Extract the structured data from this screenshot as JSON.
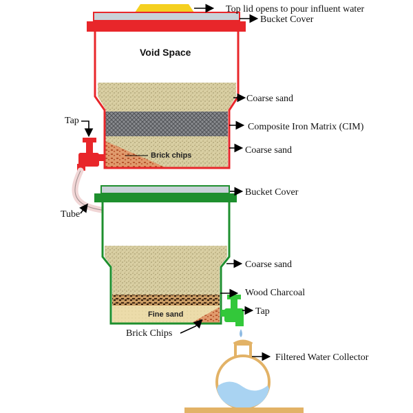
{
  "labels": {
    "top_lid": "Top lid opens to pour influent water",
    "bucket_cover_top": "Bucket Cover",
    "void_space": "Void Space",
    "coarse_sand_1": "Coarse sand",
    "cim": "Composite Iron Matrix (CIM)",
    "coarse_sand_2": "Coarse sand",
    "brick_chips_top": "Brick chips",
    "tap_top": "Tap",
    "tube": "Tube",
    "bucket_cover_bottom": "Bucket Cover",
    "coarse_sand_3": "Coarse sand",
    "wood_charcoal": "Wood Charcoal",
    "fine_sand": "Fine sand",
    "tap_bottom": "Tap",
    "brick_chips_bottom": "Brick Chips",
    "collector": "Filtered Water Collector"
  },
  "colors": {
    "top_bucket": "#e8262a",
    "bottom_bucket": "#1e8f2e",
    "lid_yellow": "#f5d020",
    "cover_grey": "#c9d2d8",
    "coarse_sand": "#d9cfa3",
    "cim": "#7d7f82",
    "brick": "#d98a5a",
    "charcoal": "#5a3a1e",
    "fine_sand": "#ecdcaa",
    "water": "#a9d3f2",
    "collector_stand": "#e2b266"
  }
}
